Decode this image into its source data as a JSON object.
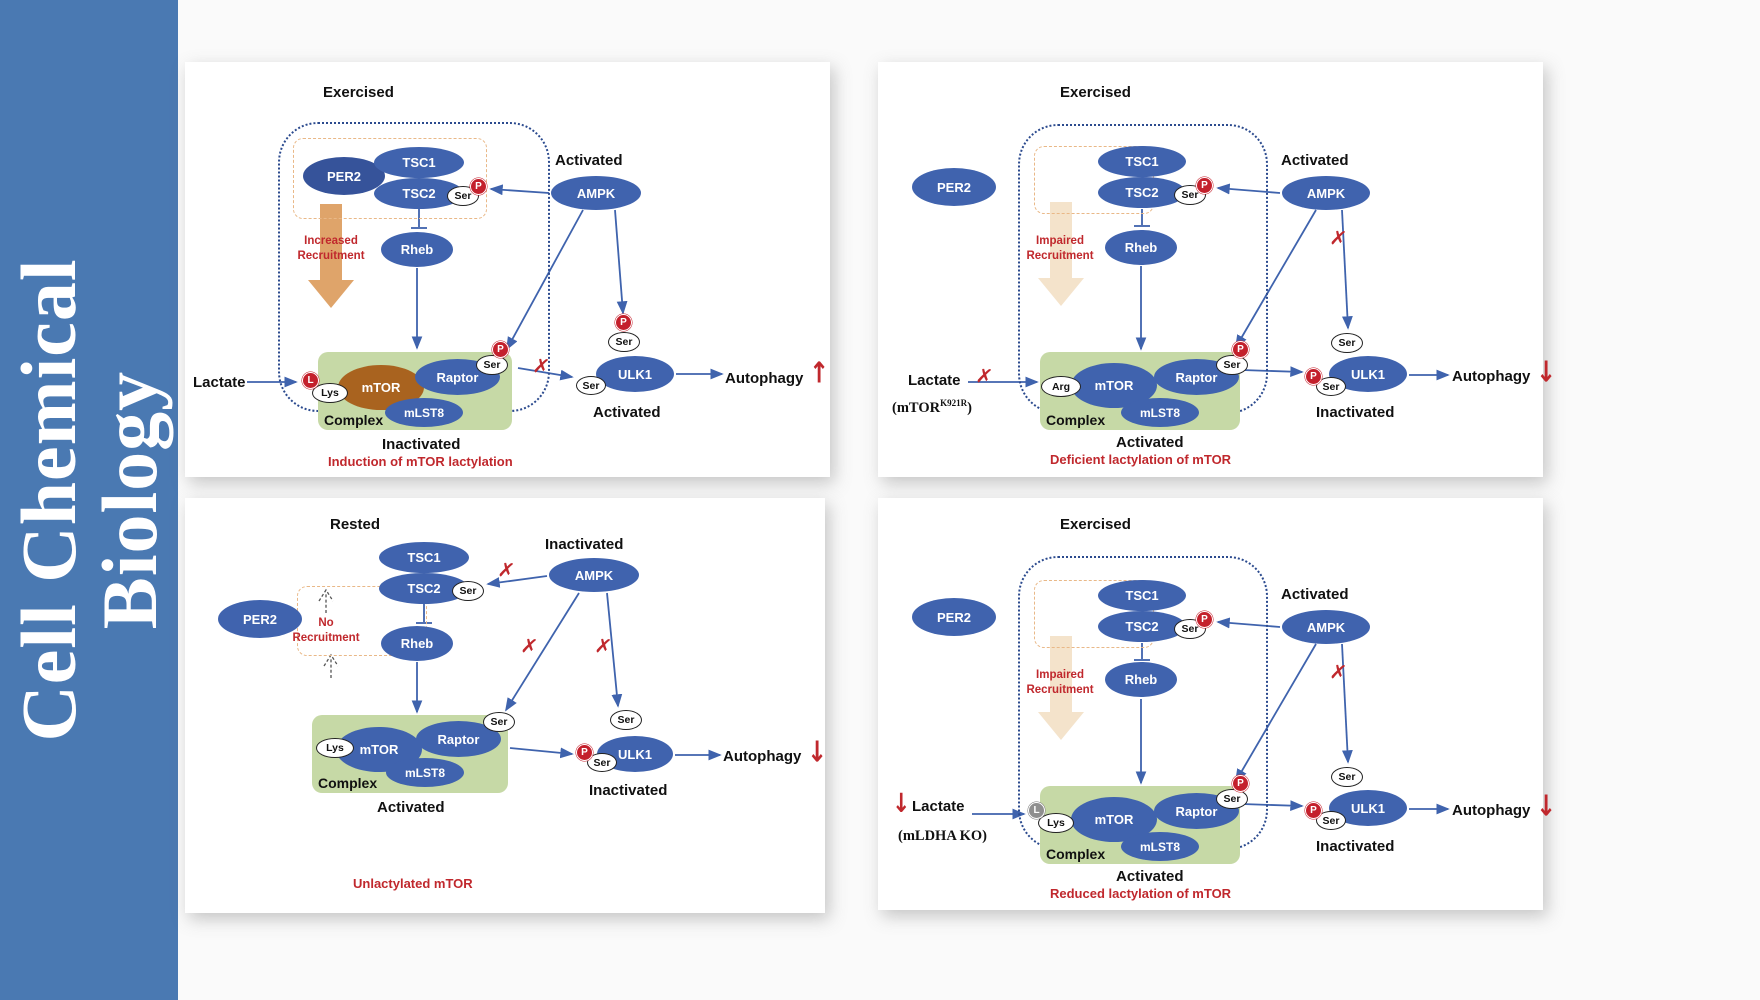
{
  "journal": {
    "title_line1": "Cell Chemical",
    "title_line2": "Biology"
  },
  "common": {
    "per2": "PER2",
    "tsc1": "TSC1",
    "tsc2": "TSC2",
    "rheb": "Rheb",
    "ampk": "AMPK",
    "mtor": "mTOR",
    "raptor": "Raptor",
    "mlst8": "mLST8",
    "ulk1": "ULK1",
    "complex": "Complex",
    "autophagy": "Autophagy",
    "lactate": "Lactate",
    "ser": "Ser",
    "p": "P",
    "l": "L",
    "lys": "Lys",
    "arg": "Arg"
  },
  "icons": {
    "x_mark": "✗",
    "up_arrow": "↑",
    "down_arrow": "↓"
  },
  "colors": {
    "sidebar_blue": "#4a79b2",
    "node_blue": "#4063ae",
    "per2_navy": "#36539a",
    "mtor_brown": "#a9631f",
    "complex_green": "#c6d9a6",
    "phospho_red": "#c4202c",
    "accent_red": "#c0282d",
    "arrow_blue": "#3f63ad",
    "recruit_tan": "#dfa46a",
    "recruit_tan_faded": "#f4e3cb"
  },
  "panels": {
    "p1": {
      "condition": "Exercised",
      "ampk_state": "Activated",
      "recruitment_line1": "Increased",
      "recruitment_line2": "Recruitment",
      "complex_state": "Inactivated",
      "ulk1_state": "Activated",
      "caption": "Induction of mTOR lactylation"
    },
    "p2": {
      "condition": "Exercised",
      "ampk_state": "Activated",
      "recruitment_line1": "Impaired",
      "recruitment_line2": "Recruitment",
      "mutant_prefix": "(mTOR",
      "mutant_sup": "K921R",
      "mutant_suffix": ")",
      "complex_state": "Activated",
      "ulk1_state": "Inactivated",
      "caption": "Deficient lactylation of mTOR"
    },
    "p3": {
      "condition": "Rested",
      "ampk_state": "Inactivated",
      "recruitment_line1": "No",
      "recruitment_line2": "Recruitment",
      "complex_state": "Activated",
      "ulk1_state": "Inactivated",
      "caption": "Unlactylated mTOR"
    },
    "p4": {
      "condition": "Exercised",
      "ampk_state": "Activated",
      "recruitment_line1": "Impaired",
      "recruitment_line2": "Recruitment",
      "ko_label": "(mLDHA KO)",
      "complex_state": "Activated",
      "ulk1_state": "Inactivated",
      "caption": "Reduced lactylation of mTOR"
    }
  }
}
